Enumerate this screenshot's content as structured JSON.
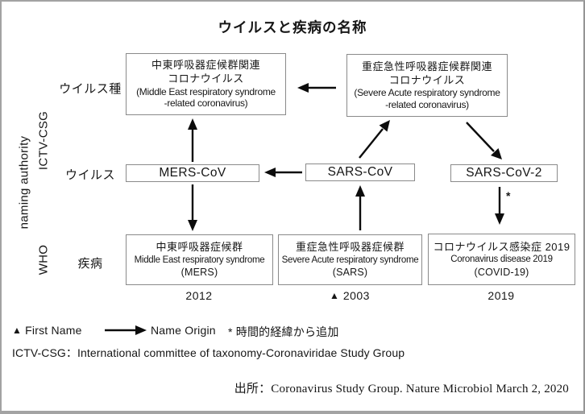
{
  "title": "ウイルスと疾病の名称",
  "axis": {
    "naming_authority": "naming authority",
    "ictv_csg": "ICTV-CSG",
    "who": "WHO",
    "row_virus_species": "ウイルス種",
    "row_virus": "ウイルス",
    "row_disease": "疾病"
  },
  "species_boxes": {
    "mers": {
      "jp1": "中東呼吸器症候群関連",
      "jp2": "コロナウイルス",
      "en1": "(Middle East respiratory syndrome",
      "en2": "-related coronavirus)"
    },
    "sars": {
      "jp1": "重症急性呼吸器症候群関連",
      "jp2": "コロナウイルス",
      "en1": "(Severe Acute respiratory syndrome",
      "en2": "-related coronavirus)"
    }
  },
  "virus_boxes": {
    "mers": "MERS-CoV",
    "sars": "SARS-CoV",
    "sars2": "SARS-CoV-2"
  },
  "disease_boxes": {
    "mers": {
      "jp": "中東呼吸器症候群",
      "en": "Middle East respiratory syndrome",
      "abbr": "(MERS)",
      "year": "2012"
    },
    "sars": {
      "jp": "重症急性呼吸器症候群",
      "en": "Severe Acute respiratory syndrome",
      "abbr": "(SARS)",
      "year_marker": "▲",
      "year": "2003"
    },
    "covid": {
      "jp": "コロナウイルス感染症 2019",
      "en": "Coronavirus disease 2019",
      "abbr": "(COVID-19)",
      "year": "2019"
    }
  },
  "legend": {
    "first_name_marker": "▲",
    "first_name_label": "First Name",
    "name_origin_label": "Name Origin",
    "asterisk_note": "* 時間的経緯から追加"
  },
  "annotations": {
    "asterisk": "*"
  },
  "footnote": "ICTV-CSG：International committee of taxonomy-Coronaviridae Study Group",
  "source": "出所：Coronavirus Study Group. Nature Microbiol March 2, 2020",
  "colors": {
    "frame_border": "#a3a3a3",
    "box_border": "#8a8a8a",
    "text": "#161616",
    "arrow": "#0c0c0c",
    "background": "#ffffff"
  }
}
